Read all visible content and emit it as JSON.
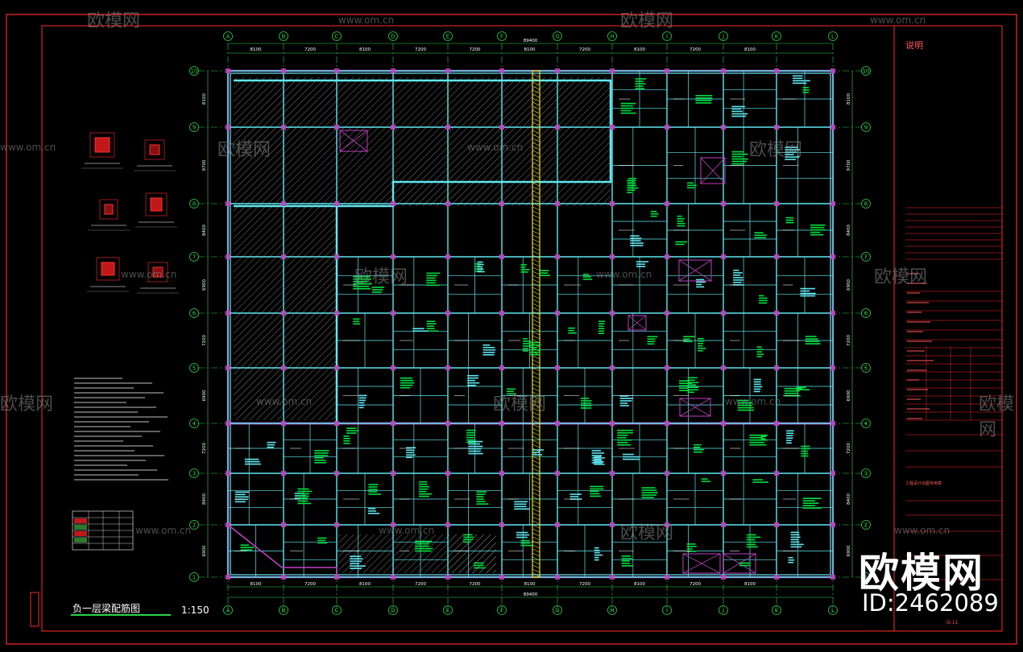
{
  "drawing": {
    "title": "负一层梁配筋图",
    "scale": "1:150",
    "row_labels": [
      "1",
      "2",
      "3",
      "4",
      "5",
      "6",
      "7",
      "8",
      "9",
      "10"
    ],
    "col_labels": [
      "A",
      "B",
      "C",
      "D",
      "E",
      "F",
      "G",
      "H",
      "I",
      "J",
      "K",
      "L"
    ],
    "top_dims": [
      "8100",
      "7200",
      "8100",
      "7200",
      "7200",
      "8100",
      "7200",
      "8100",
      "7200",
      "8100"
    ],
    "bottom_dims": [
      "8100",
      "7200",
      "8100",
      "7200",
      "7200",
      "8100",
      "7200",
      "8100",
      "7200",
      "8100"
    ],
    "left_dims": [
      "6900",
      "8400",
      "7200",
      "6900",
      "7200",
      "6900",
      "8400",
      "9700",
      "8100"
    ],
    "total_top": "89400",
    "total_bottom": "89400"
  },
  "title_block": {
    "heading": "说明",
    "project_label": "工程设计出图专用章",
    "sheet_no": "G-11"
  },
  "watermarks": {
    "brand": "欧模网",
    "site": "www.om.cn",
    "id": "ID:2462089"
  },
  "colors": {
    "background": "#000000",
    "frame": "#ff2a2a",
    "grid": "#2ad64a",
    "beam": "#5fe8f0",
    "hatch": "#8a8a8a",
    "label": "#00e040",
    "yellow": "#e8e030",
    "magenta": "#c040c0"
  }
}
